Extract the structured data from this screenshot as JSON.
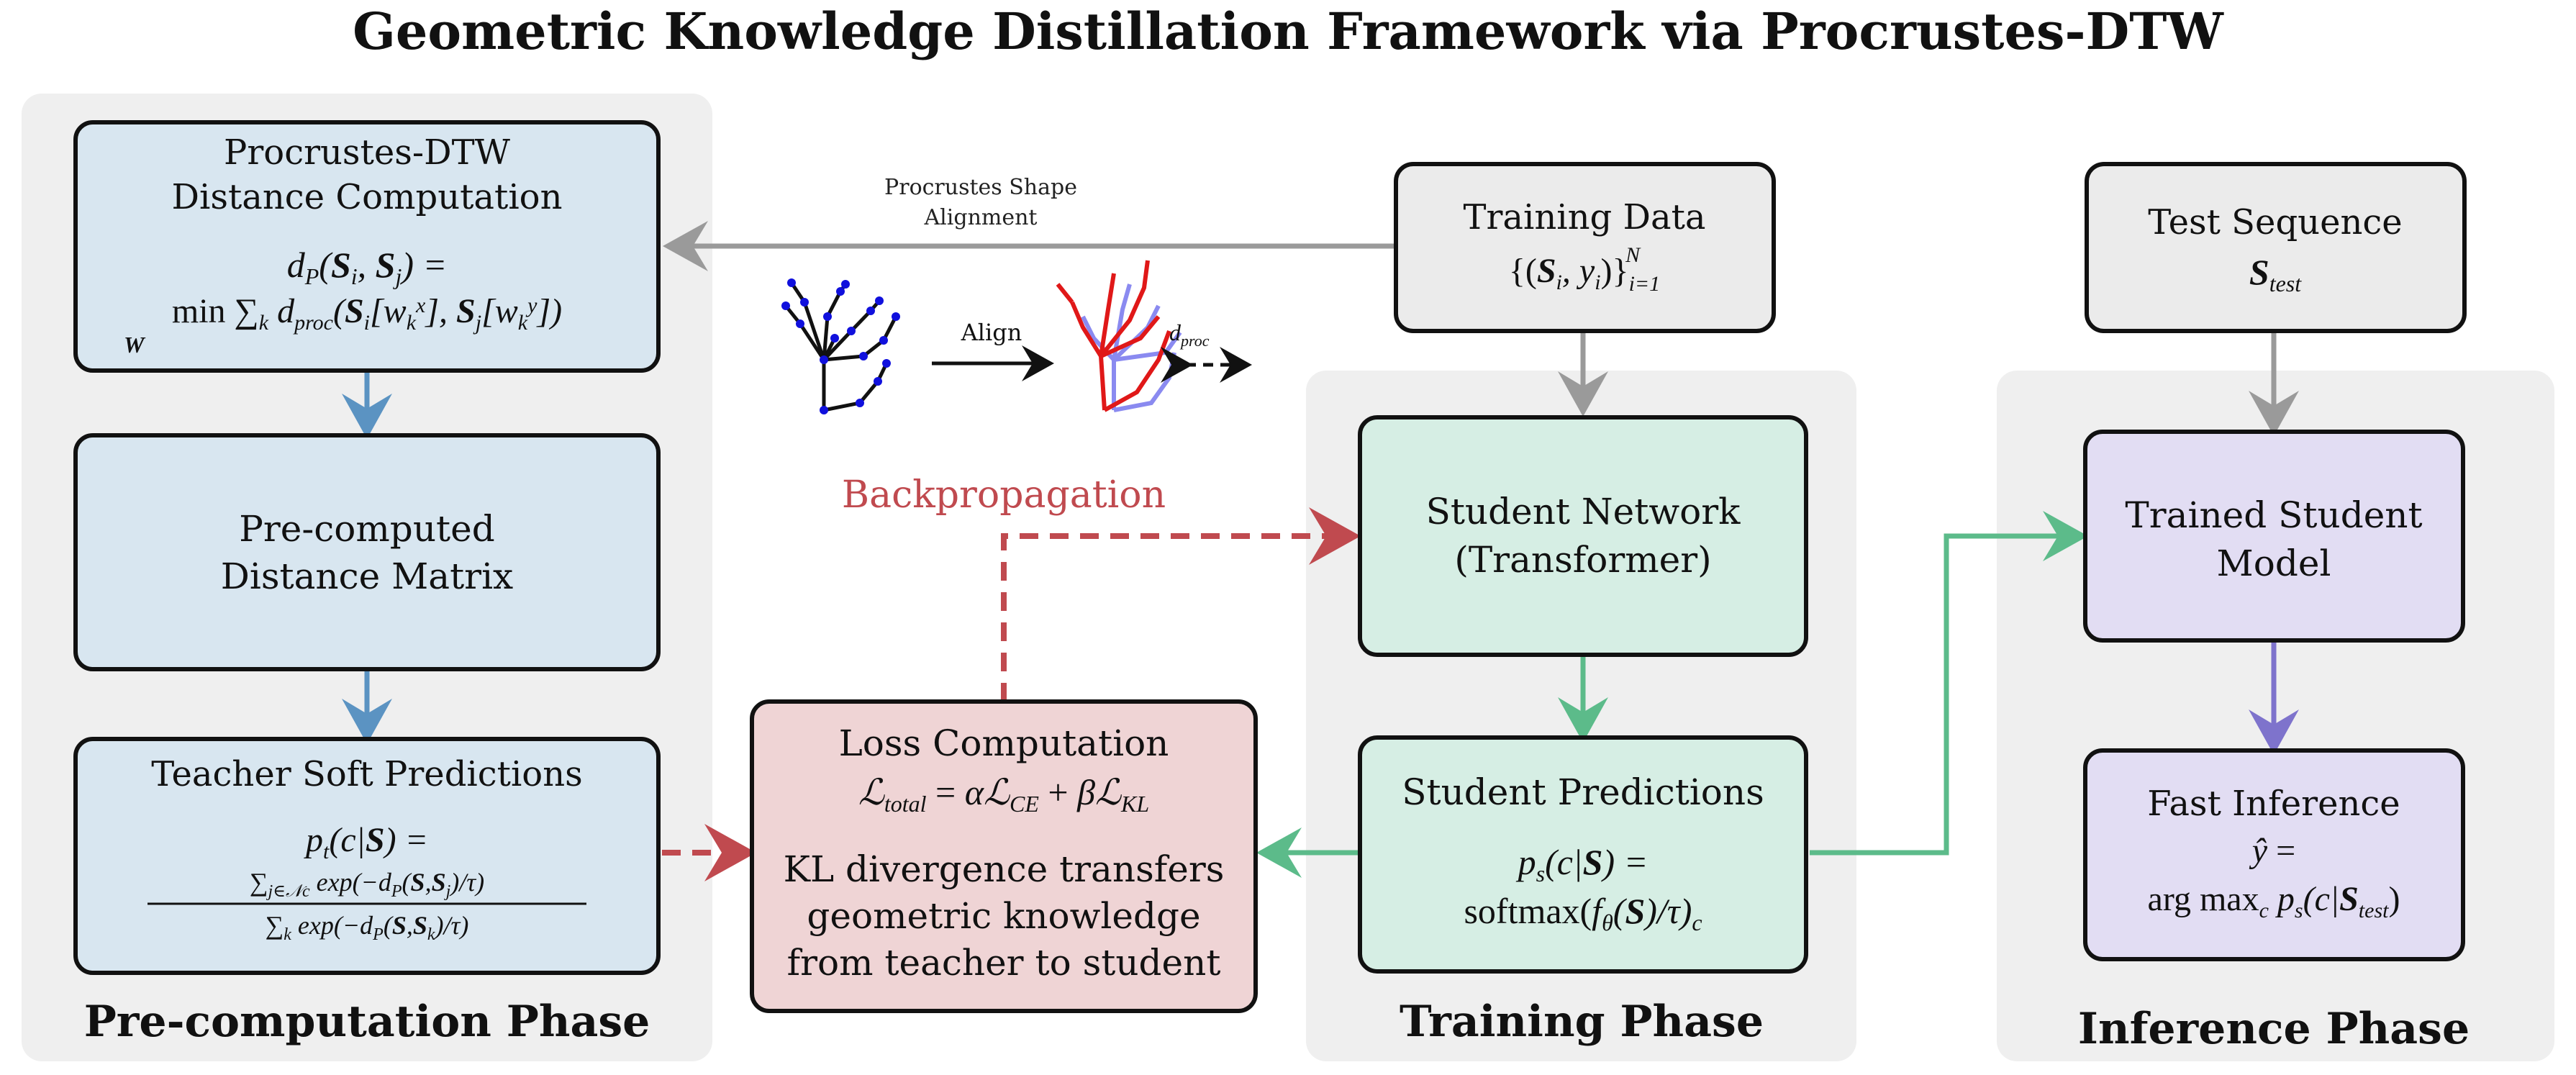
{
  "title": "Geometric Knowledge Distillation Framework via Procrustes-DTW",
  "phases": {
    "precomputation": "Pre-computation Phase",
    "training": "Training Phase",
    "inference": "Inference Phase"
  },
  "nodes": {
    "dtw": {
      "line1": "Procrustes-DTW",
      "line2": "Distance Computation",
      "formula1": "d_P(S_i, S_j)  =",
      "formula2": "min_W Σ_k d_proc(S_i[w_k^x], S_j[w_k^y])"
    },
    "matrix": {
      "line1": "Pre-computed",
      "line2": "Distance Matrix"
    },
    "teacher": {
      "line1": "Teacher Soft Predictions",
      "formula1": "p_t(c|S)  =",
      "formula_num": "Σ_{j∈N_c} exp(−d_P(S,S_j)/τ)",
      "formula_den": "Σ_k exp(−d_P(S,S_k)/τ)"
    },
    "loss": {
      "line1": "Loss Computation",
      "formula": "L_total = αL_CE + βL_KL",
      "desc1": "KL divergence transfers",
      "desc2": "geometric knowledge",
      "desc3": "from teacher to student"
    },
    "training_data": {
      "line1": "Training Data",
      "formula": "{(S_i, y_i)}_{i=1}^N"
    },
    "student_net": {
      "line1": "Student Network",
      "line2": "(Transformer)"
    },
    "student_pred": {
      "line1": "Student Predictions",
      "formula1": "p_s(c|S)  =",
      "formula2": "softmax(f_θ(S)/τ)_c"
    },
    "test_seq": {
      "line1": "Test Sequence",
      "formula": "S_test"
    },
    "trained_model": {
      "line1": "Trained Student",
      "line2": "Model"
    },
    "fast_inference": {
      "line1": "Fast Inference",
      "formula1": "ŷ  =",
      "formula2": "arg max_c p_s(c|S_test)"
    }
  },
  "labels": {
    "procrustes_align_1": "Procrustes Shape",
    "procrustes_align_2": "Alignment",
    "align": "Align",
    "dproc": "d_proc",
    "backprop": "Backpropagation"
  },
  "colors": {
    "blue_fill": "#d8e6f0",
    "green_fill": "#d6eee4",
    "red_fill": "#efd4d5",
    "purple_fill": "#e2ddf3",
    "gray_fill": "#ebebeb",
    "panel": "#efefef",
    "blue_arrow": "#5b93c2",
    "green_arrow": "#5cbb8a",
    "red_arrow": "#c04a4f",
    "purple_arrow": "#7e73cc",
    "gray_arrow": "#9a9a9a"
  }
}
